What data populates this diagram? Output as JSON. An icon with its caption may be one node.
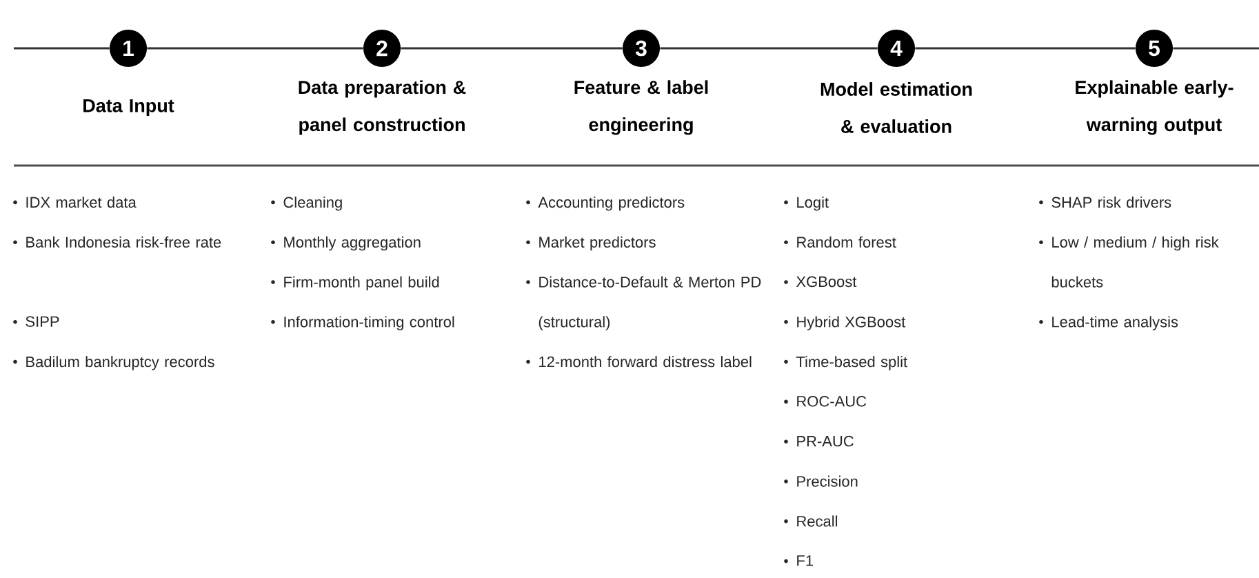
{
  "diagram": {
    "nodes": [
      {
        "text": [
          "1"
        ],
        "beside": [
          "Data Input"
        ]
      },
      {
        "text": [
          "2"
        ],
        "beside": [
          "Data preparation & panel construction"
        ]
      },
      {
        "text": [
          "3"
        ],
        "beside": [
          "Feature & label engineering"
        ]
      },
      {
        "text": [
          "4"
        ],
        "beside": [
          "Model estimation & evaluation"
        ]
      },
      {
        "text": [
          "5"
        ],
        "beside": [
          "Explainable early-warning output"
        ]
      }
    ],
    "edges": [
      {
        "from": null,
        "to": 0,
        "arrow": "none"
      },
      {
        "from": 0,
        "to": 1,
        "arrow": "none"
      },
      {
        "from": 1,
        "to": 2,
        "arrow": "none"
      },
      {
        "from": 2,
        "to": 3,
        "arrow": "none"
      },
      {
        "from": 3,
        "to": 4,
        "arrow": "none"
      },
      {
        "from": 4,
        "to": null,
        "arrow": "none"
      }
    ],
    "labels": [
      "IDX market data",
      "Bank Indonesia risk-free rate",
      "SIPP",
      "Badilum bankruptcy records",
      "Cleaning",
      "Monthly aggregation",
      "Firm-month panel build",
      "Information-timing control",
      "Accounting predictors",
      "Market predictors",
      "Distance-to-Default & Merton PD (structural)",
      "12-month forward distress label",
      "Logit",
      "Random forest",
      "XGBoost",
      "Hybrid XGBoost",
      "Time-based split",
      "ROC-AUC",
      "PR-AUC",
      "Precision",
      "Recall",
      "F1",
      "SHAP risk drivers",
      "Low / medium / high risk buckets",
      "Lead-time analysis"
    ]
  }
}
